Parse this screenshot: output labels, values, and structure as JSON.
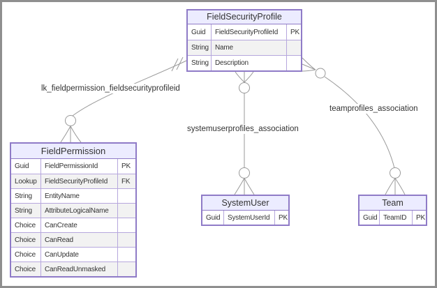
{
  "colors": {
    "entity_border": "#8f7bc7",
    "entity_grid_line": "#b6a7dd",
    "entity_header_fill": "#ececff",
    "row_alt_fill": "#f2f2f2",
    "relationship_line": "#999999",
    "frame_border": "#8f8f8f",
    "text": "#333333"
  },
  "entities": [
    {
      "name": "FieldSecurityProfile",
      "rows": [
        {
          "type": "Guid",
          "name": "FieldSecurityProfileId",
          "key": "PK"
        },
        {
          "type": "String",
          "name": "Name",
          "key": ""
        },
        {
          "type": "String",
          "name": "Description",
          "key": ""
        }
      ]
    },
    {
      "name": "FieldPermission",
      "rows": [
        {
          "type": "Guid",
          "name": "FieldPermissionId",
          "key": "PK"
        },
        {
          "type": "Lookup",
          "name": "FieldSecurityProfileId",
          "key": "FK"
        },
        {
          "type": "String",
          "name": "EntityName",
          "key": ""
        },
        {
          "type": "String",
          "name": "AttributeLogicalName",
          "key": ""
        },
        {
          "type": "Choice",
          "name": "CanCreate",
          "key": ""
        },
        {
          "type": "Choice",
          "name": "CanRead",
          "key": ""
        },
        {
          "type": "Choice",
          "name": "CanUpdate",
          "key": ""
        },
        {
          "type": "Choice",
          "name": "CanReadUnmasked",
          "key": ""
        }
      ]
    },
    {
      "name": "SystemUser",
      "rows": [
        {
          "type": "Guid",
          "name": "SystemUserId",
          "key": "PK"
        }
      ]
    },
    {
      "name": "Team",
      "rows": [
        {
          "type": "Guid",
          "name": "TeamID",
          "key": "PK"
        }
      ]
    }
  ],
  "relationships": [
    {
      "label": "lk_fieldpermission_fieldsecurityprofileid",
      "from": "FieldPermission",
      "to": "FieldSecurityProfile",
      "from_cardinality": "zero-or-many",
      "to_cardinality": "one-and-only-one"
    },
    {
      "label": "systemuserprofiles_association",
      "from": "FieldSecurityProfile",
      "to": "SystemUser",
      "from_cardinality": "zero-or-many",
      "to_cardinality": "zero-or-many"
    },
    {
      "label": "teamprofiles_association",
      "from": "FieldSecurityProfile",
      "to": "Team",
      "from_cardinality": "zero-or-many",
      "to_cardinality": "zero-or-many"
    }
  ]
}
